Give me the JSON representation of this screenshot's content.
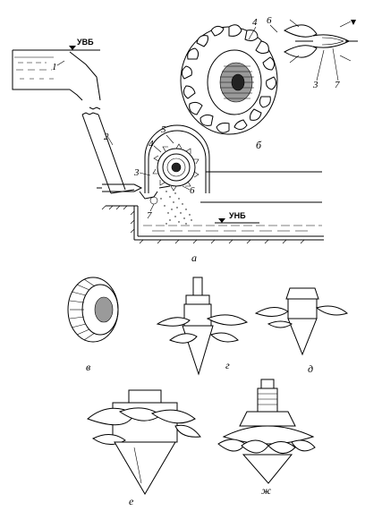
{
  "levels": {
    "upper": "УВБ",
    "lower": "УНБ"
  },
  "labels": {
    "n1": "1",
    "n2": "2",
    "n3": "3",
    "n4": "4",
    "n5": "5",
    "n6": "6",
    "n7": "7",
    "b4": "4",
    "b6": "6",
    "b3": "3",
    "b7": "7"
  },
  "captions": {
    "a": "а",
    "b": "б",
    "v": "в",
    "g": "г",
    "d": "д",
    "e": "е",
    "zh": "ж"
  }
}
